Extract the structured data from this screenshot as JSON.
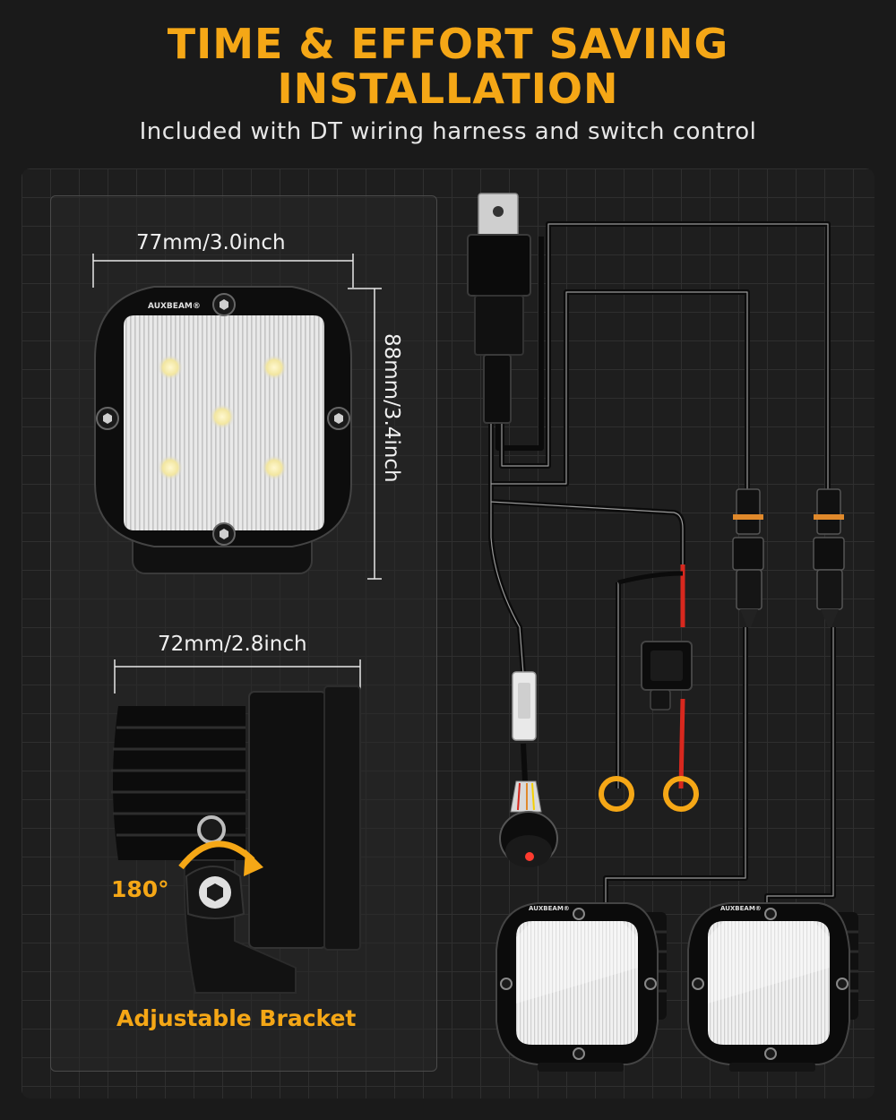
{
  "header": {
    "title_line1": "TIME & EFFORT SAVING",
    "title_line2": "INSTALLATION",
    "subtitle": "Included with DT wiring harness and switch control"
  },
  "dimensions": {
    "front_width": "77mm/3.0inch",
    "front_height": "88mm/3.4inch",
    "side_width": "72mm/2.8inch"
  },
  "bracket": {
    "rotation_label": "180°",
    "caption": "Adjustable Bracket"
  },
  "brand": {
    "logo_text": "AUXBEAM®"
  },
  "colors": {
    "accent": "#f5a716",
    "wire": "#0c0c0c",
    "wire_highlight": "#d0d0d0",
    "fuse_wire": "#d8281e",
    "background": "#1a1a1a"
  }
}
